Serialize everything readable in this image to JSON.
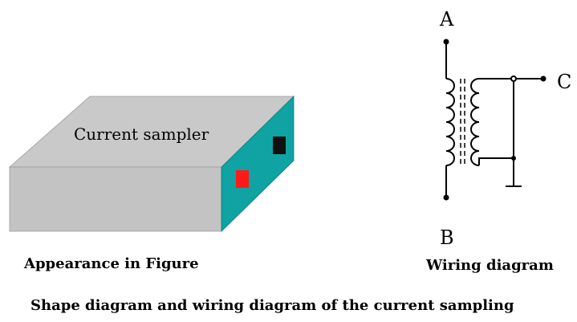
{
  "device": {
    "label": "Current sampler",
    "colors": {
      "top": "#c9c9c9",
      "front": "#c3c3c3",
      "side": "#0fa3a3",
      "terminal_red": "#ff1a1a",
      "terminal_black": "#111111"
    }
  },
  "wiring": {
    "terminal_a": "A",
    "terminal_b": "B",
    "terminal_c": "C"
  },
  "captions": {
    "appearance": "Appearance in Figure",
    "wiring": "Wiring diagram",
    "main": "Shape diagram and wiring diagram of the current sampling"
  }
}
